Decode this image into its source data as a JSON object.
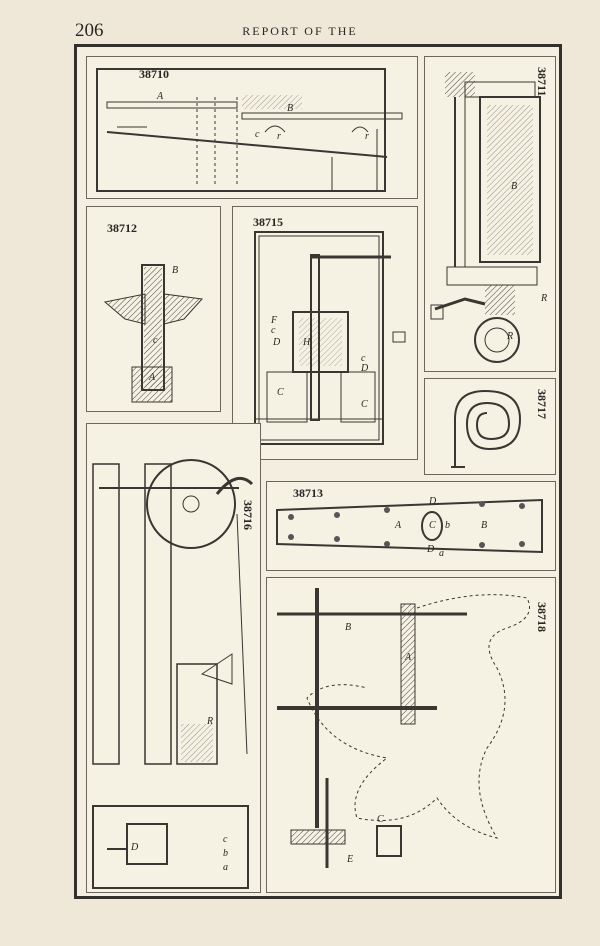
{
  "header": {
    "page_number": "206",
    "running_head": "REPORT OF THE"
  },
  "figures": {
    "f38710": {
      "label": "38710",
      "letters": [
        "A",
        "B",
        "c",
        "r",
        "r"
      ]
    },
    "f38711": {
      "label": "38711",
      "letters": [
        "B",
        "R",
        "R"
      ]
    },
    "f38712": {
      "label": "38712",
      "letters": [
        "B",
        "c",
        "A"
      ]
    },
    "f38715": {
      "label": "38715",
      "letters": [
        "F",
        "c",
        "D",
        "H",
        "c",
        "D",
        "C",
        "C"
      ]
    },
    "f38717": {
      "label": "38717"
    },
    "f38716": {
      "label": "38716",
      "letters": [
        "R",
        "D",
        "c",
        "b",
        "a"
      ]
    },
    "f38713": {
      "label": "38713",
      "letters": [
        "D",
        "A",
        "C",
        "b",
        "B",
        "D",
        "a"
      ]
    },
    "f38718": {
      "label": "38718",
      "letters": [
        "B",
        "A",
        "C",
        "E"
      ]
    }
  }
}
